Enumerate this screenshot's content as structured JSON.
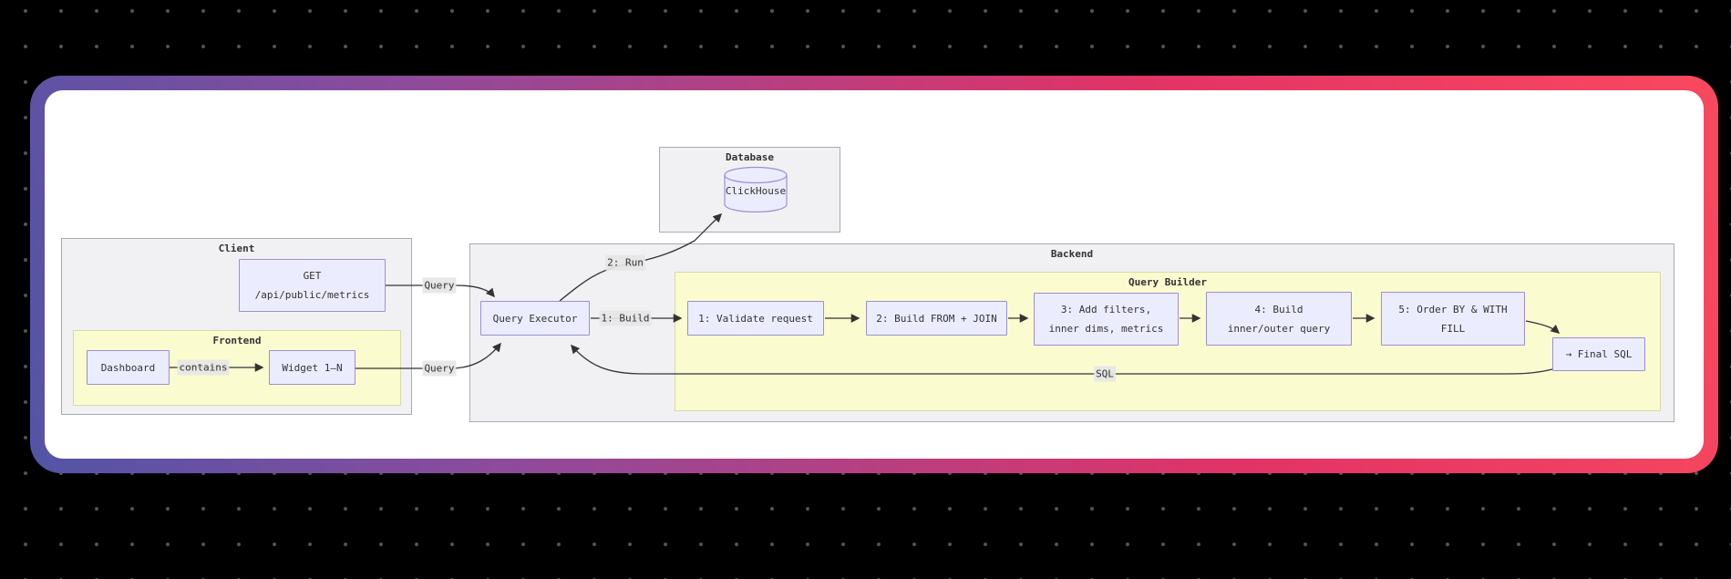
{
  "clusters": {
    "database": {
      "title": "Database"
    },
    "client": {
      "title": "Client"
    },
    "frontend": {
      "title": "Frontend"
    },
    "backend": {
      "title": "Backend"
    },
    "query_builder": {
      "title": "Query Builder"
    }
  },
  "nodes": {
    "clickhouse": {
      "label": "ClickHouse"
    },
    "get_api": {
      "line1": "GET",
      "line2": "/api/public/metrics"
    },
    "dashboard": {
      "label": "Dashboard"
    },
    "widget": {
      "label": "Widget 1–N"
    },
    "query_executor": {
      "label": "Query Executor"
    },
    "validate": {
      "label": "1: Validate request"
    },
    "build_from_join": {
      "label": "2: Build FROM + JOIN"
    },
    "add_filters": {
      "line1": "3: Add filters,",
      "line2": "inner dims, metrics"
    },
    "build_inner_outer": {
      "line1": "4: Build",
      "line2": "inner/outer query"
    },
    "order_by": {
      "line1": "5: Order BY & WITH",
      "line2": "FILL"
    },
    "final_sql": {
      "label": "→ Final SQL"
    }
  },
  "edge_labels": {
    "query_get": "Query",
    "query_widget": "Query",
    "build": "1: Build",
    "run": "2: Run",
    "contains": "contains",
    "sql": "SQL"
  },
  "colors": {
    "node_fill": "#ECECFF",
    "node_border": "#9a90d2",
    "cluster_fill": "#f1f1f4",
    "cluster_border": "#aaaab4",
    "subcluster_fill": "#fbfbd0",
    "subcluster_border": "#d9d9a8",
    "edge": "#333333",
    "edge_label_bg": "#e6e6e6",
    "card_gradient_start": "#5254a6",
    "card_gradient_mid1": "#8c4b9c",
    "card_gradient_mid2": "#e23366",
    "card_gradient_end": "#f8495f",
    "background": "#000000",
    "dot": "#54545c"
  }
}
